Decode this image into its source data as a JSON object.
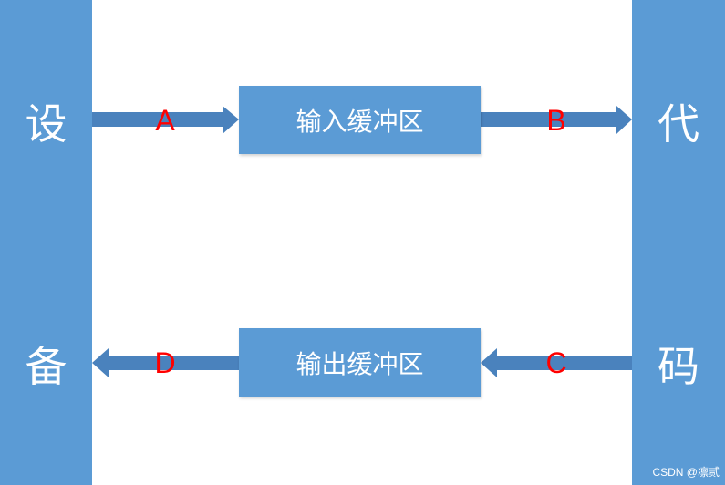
{
  "left_panel": {
    "top_char": "设",
    "bottom_char": "备"
  },
  "right_panel": {
    "top_char": "代",
    "bottom_char": "码"
  },
  "input_buffer": {
    "label": "输入缓冲区"
  },
  "output_buffer": {
    "label": "输出缓冲区"
  },
  "arrow_labels": {
    "a": "A",
    "b": "B",
    "c": "C",
    "d": "D"
  },
  "watermark": "CSDN @凛贰",
  "colors": {
    "panel": "#5b9bd5",
    "arrow": "#4a82bd",
    "label": "#ff0000"
  }
}
